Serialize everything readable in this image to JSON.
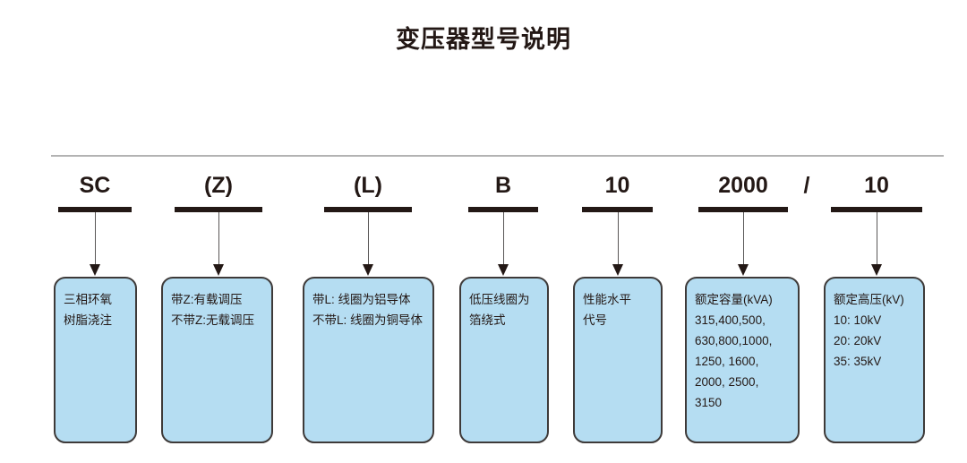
{
  "title": "变压器型号说明",
  "separator": "/",
  "colors": {
    "box_fill": "#b5ddf2",
    "box_border": "#3e3a39",
    "text": "#231815",
    "rule": "#b3b3b3",
    "arrow": "#595757"
  },
  "segments": [
    {
      "code": "SC",
      "lines": [
        "三相环氧",
        "树脂浇注"
      ]
    },
    {
      "code": "(Z)",
      "lines": [
        "带Z:有载调压",
        "不带Z:无载调压"
      ]
    },
    {
      "code": "(L)",
      "lines": [
        "带L: 线圈为铝导体",
        "不带L: 线圈为铜导体"
      ]
    },
    {
      "code": "B",
      "lines": [
        "低压线圈为",
        "箔绕式"
      ]
    },
    {
      "code": "10",
      "lines": [
        "性能水平",
        "代号"
      ]
    },
    {
      "code": "2000",
      "lines": [
        "额定容量(kVA)",
        "315,400,500,",
        "630,800,1000,",
        "1250, 1600,",
        "2000, 2500,",
        " 3150"
      ]
    },
    {
      "code": "10",
      "lines": [
        "额定高压(kV)",
        "10: 10kV",
        "20: 20kV",
        "35: 35kV"
      ]
    }
  ]
}
